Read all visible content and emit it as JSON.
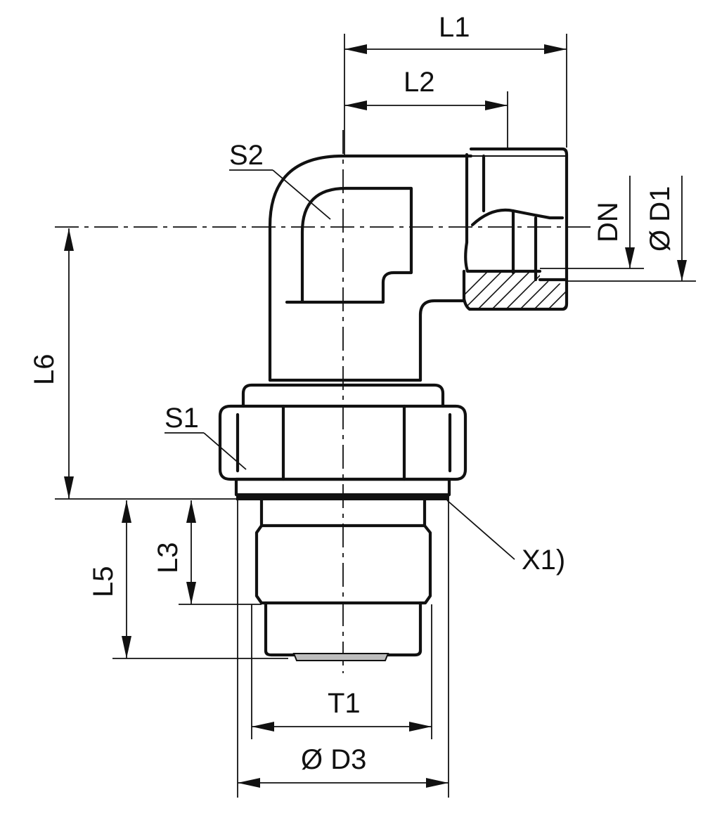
{
  "labels": {
    "L1": "L1",
    "L2": "L2",
    "S2": "S2",
    "DN": "DN",
    "D1": "Ø D1",
    "L6": "L6",
    "S1": "S1",
    "L3": "L3",
    "L5": "L5",
    "X1": "X1)",
    "T1": "T1",
    "D3": "Ø D3"
  }
}
